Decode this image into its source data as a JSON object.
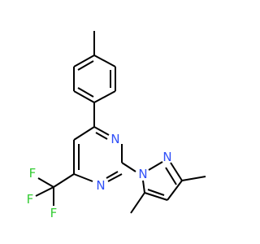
{
  "atoms": {
    "n_pyrimidine_upper": "N",
    "n_pyrimidine_lower": "N",
    "n_pyrazole_ring": "N",
    "n_pyrazole_upper": "N",
    "f_top": "F",
    "f_left": "F",
    "f_bottom": "F"
  },
  "colors": {
    "nitrogen": "#3050F8",
    "fluorine": "#33CC33",
    "bond": "#000000",
    "background": "#FFFFFF"
  }
}
